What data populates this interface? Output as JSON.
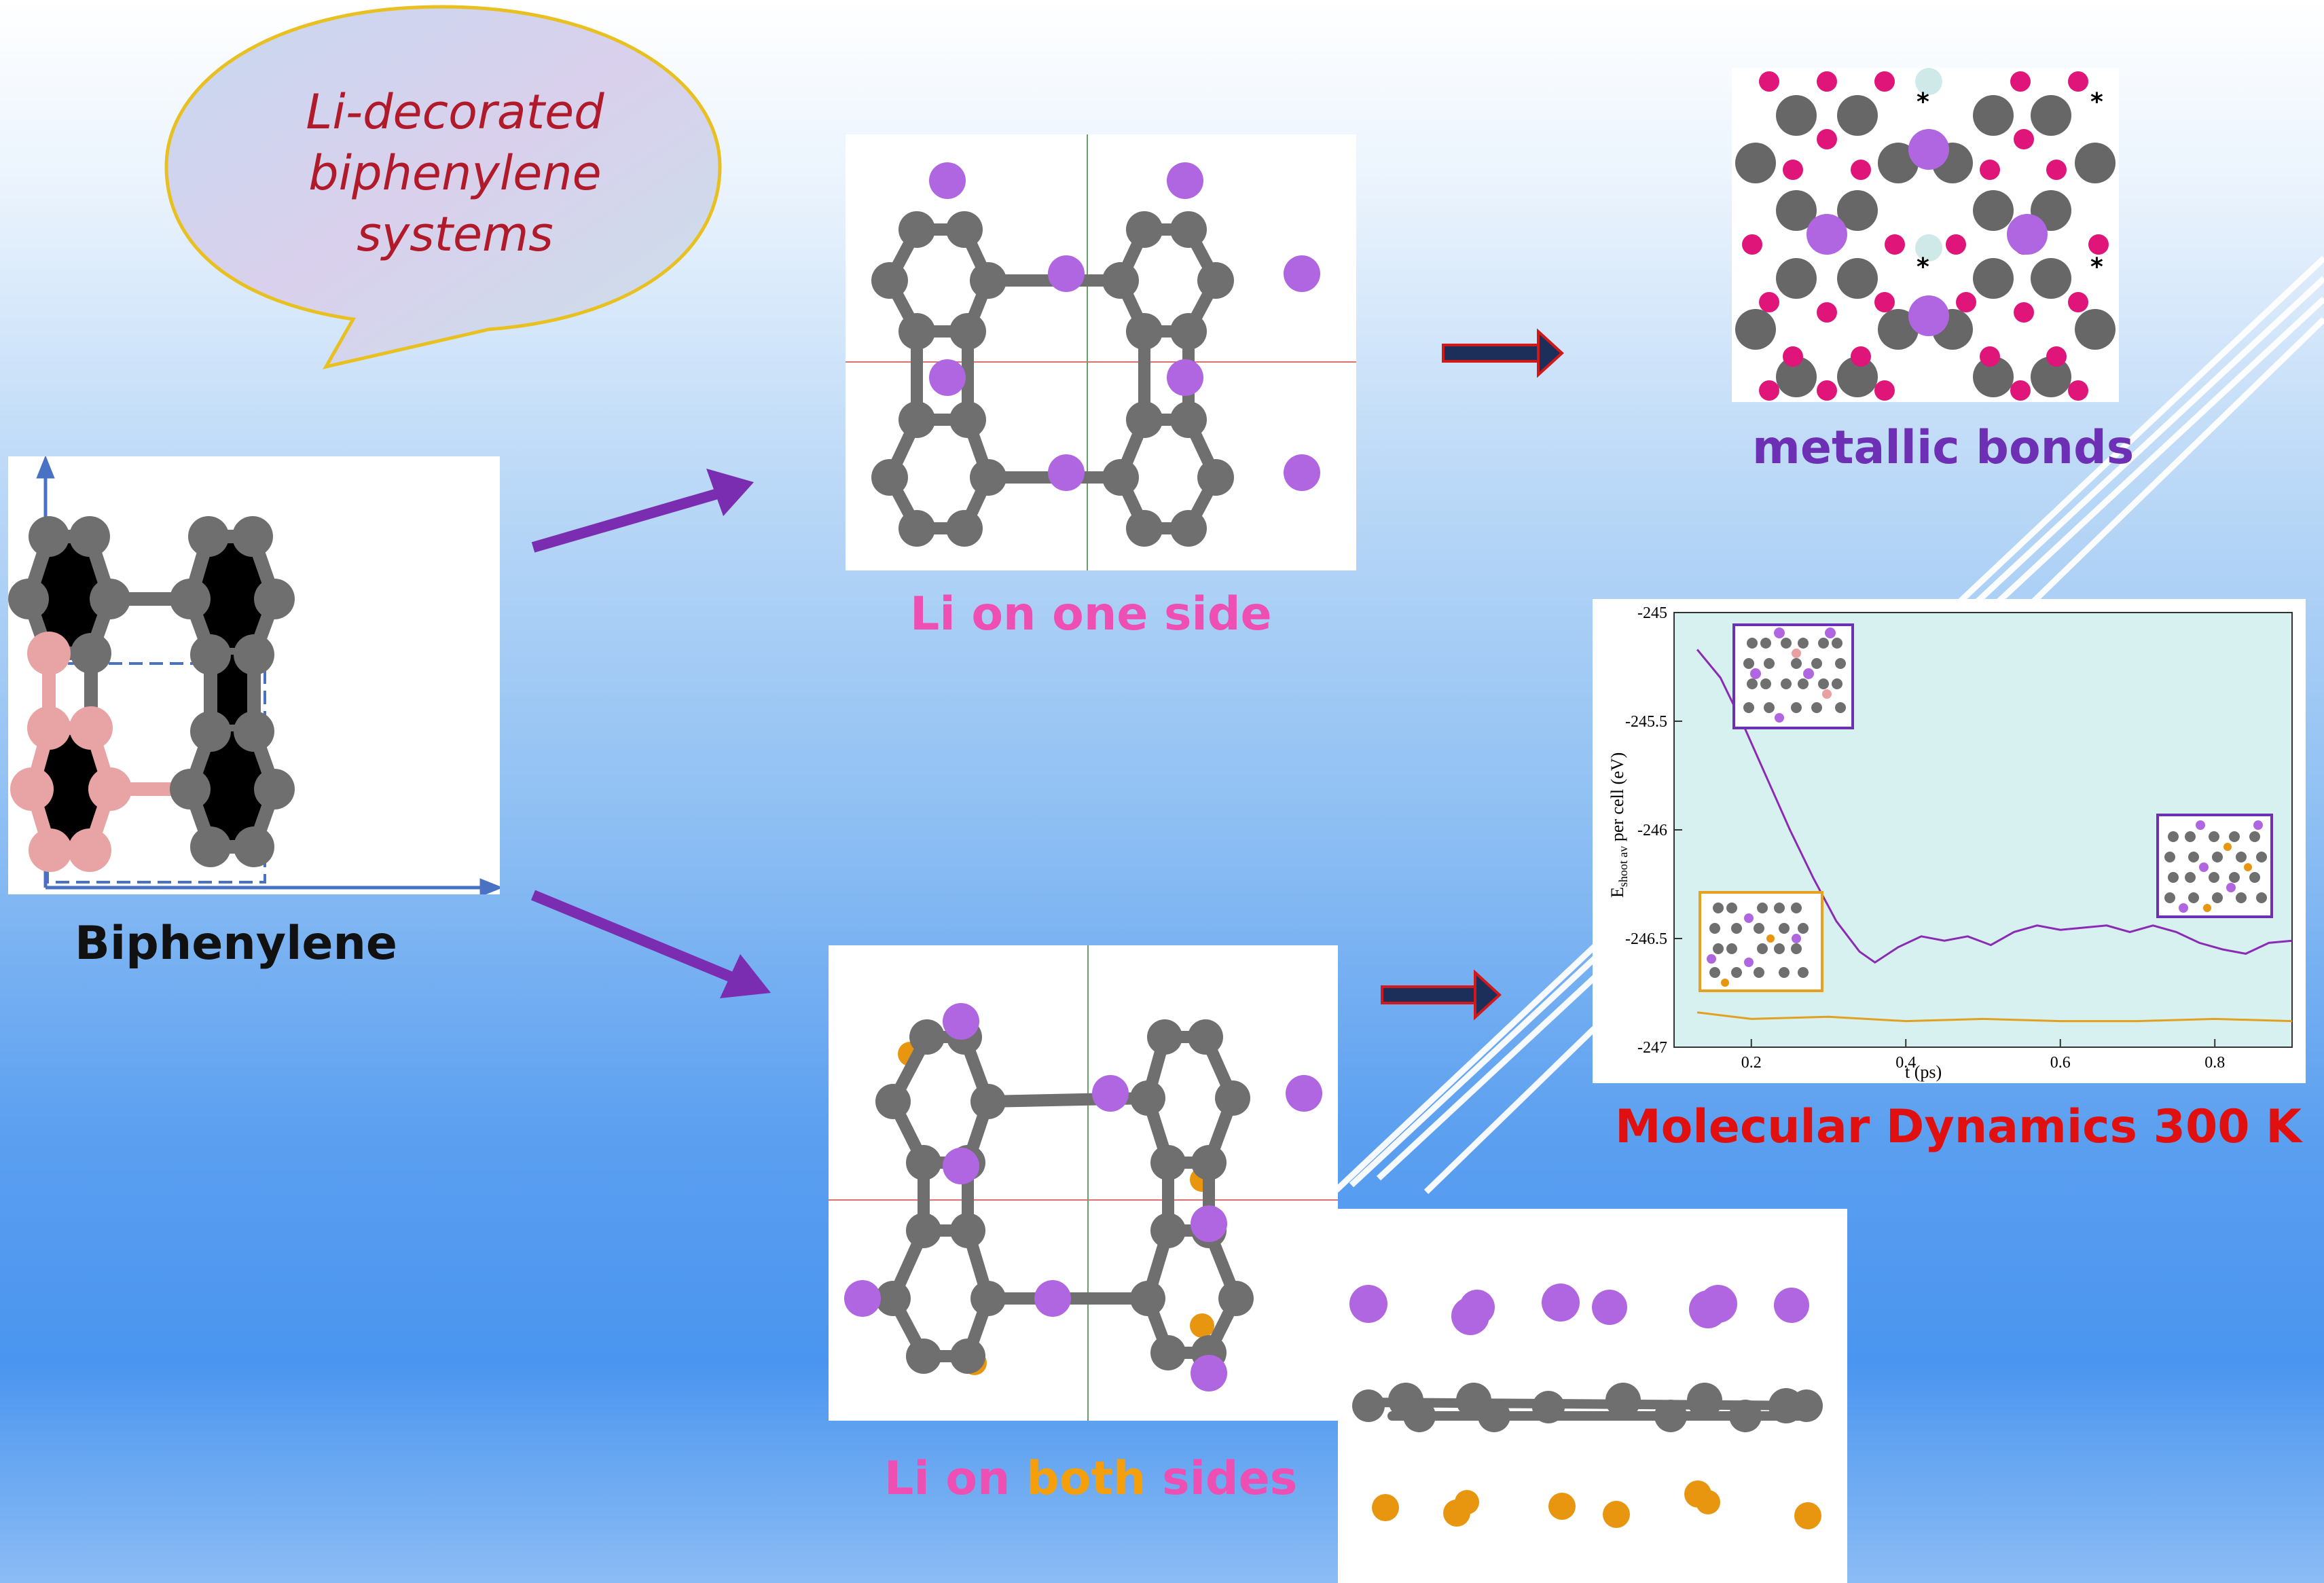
{
  "bubble": {
    "lines": [
      "Li-decorated",
      "biphenylene",
      "systems"
    ]
  },
  "captions": {
    "biphenylene": "Biphenylene",
    "one_side": "Li on one side",
    "both_li": "Li on ",
    "both_word": "both",
    "both_sides": " sides",
    "metallic": "metallic bonds",
    "md": "Molecular Dynamics 300 K"
  },
  "colors": {
    "carbon": "#6f6f6f",
    "lithium": "#b066e0",
    "lithium_bottom": "#e8960f",
    "boron_highlight": "#e8a4a4",
    "metallic_pink": "#e0157a",
    "hydrogen": "#cfe9e9",
    "arrow_purple": "#7a2db0",
    "arrow_navy": "#1c2e5a",
    "caption_pink": "#ee4fb2",
    "caption_orange": "#f5a00a",
    "caption_purple": "#6d2fb4",
    "caption_red": "#e01010",
    "plot_bg": "#d7f1f1",
    "curve_purple": "#8a2ab5",
    "curve_orange": "#e0a020"
  },
  "icons": [
    "arrow-right-icon",
    "asterisk-icon"
  ],
  "metallic_marks": [
    "*",
    "*",
    "*",
    "*"
  ],
  "chart_data": {
    "type": "line",
    "xlabel": "t (ps)",
    "ylabel": "E",
    "ylabel_sub": "shoot av",
    "ylabel_suffix": " per cell  (eV)",
    "xlim": [
      0.1,
      0.9
    ],
    "ylim": [
      -247,
      -245
    ],
    "xticks": [
      "0.2",
      "0.4",
      "0.6",
      "0.8"
    ],
    "yticks": [
      "-245",
      "-245.5",
      "-246",
      "-246.5",
      "-247"
    ],
    "series": [
      {
        "x": [
          0.13,
          0.16,
          0.19,
          0.22,
          0.25,
          0.28,
          0.31,
          0.34,
          0.36,
          0.39,
          0.42,
          0.45,
          0.48,
          0.51,
          0.54,
          0.57,
          0.6,
          0.63,
          0.66,
          0.69,
          0.72,
          0.75,
          0.78,
          0.81,
          0.84,
          0.87,
          0.9
        ],
        "y": [
          -245.17,
          -245.3,
          -245.52,
          -245.76,
          -246.0,
          -246.22,
          -246.42,
          -246.56,
          -246.61,
          -246.54,
          -246.49,
          -246.51,
          -246.49,
          -246.53,
          -246.47,
          -246.44,
          -246.46,
          -246.45,
          -246.44,
          -246.47,
          -246.44,
          -246.47,
          -246.52,
          -246.55,
          -246.57,
          -246.52,
          -246.51
        ]
      },
      {
        "x": [
          0.13,
          0.2,
          0.3,
          0.4,
          0.5,
          0.6,
          0.7,
          0.8,
          0.9
        ],
        "y": [
          -246.84,
          -246.87,
          -246.86,
          -246.88,
          -246.87,
          -246.88,
          -246.88,
          -246.87,
          -246.88
        ]
      }
    ]
  }
}
